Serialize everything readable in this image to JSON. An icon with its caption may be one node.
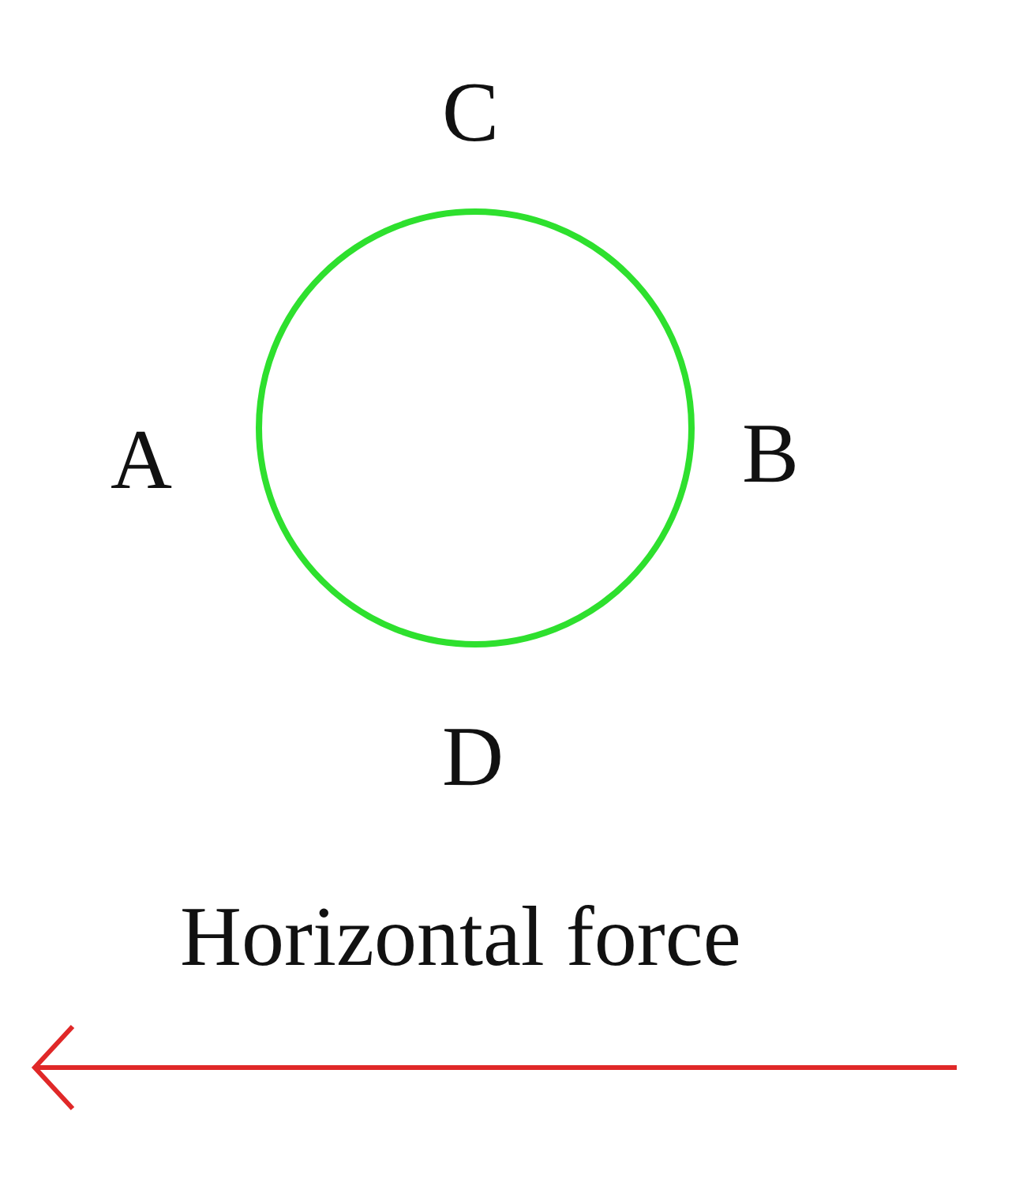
{
  "diagram": {
    "nodes": [
      {
        "text": [],
        "shape": "circle"
      }
    ],
    "labels": [
      "C",
      "A",
      "B",
      "D",
      "Horizontal force"
    ]
  }
}
